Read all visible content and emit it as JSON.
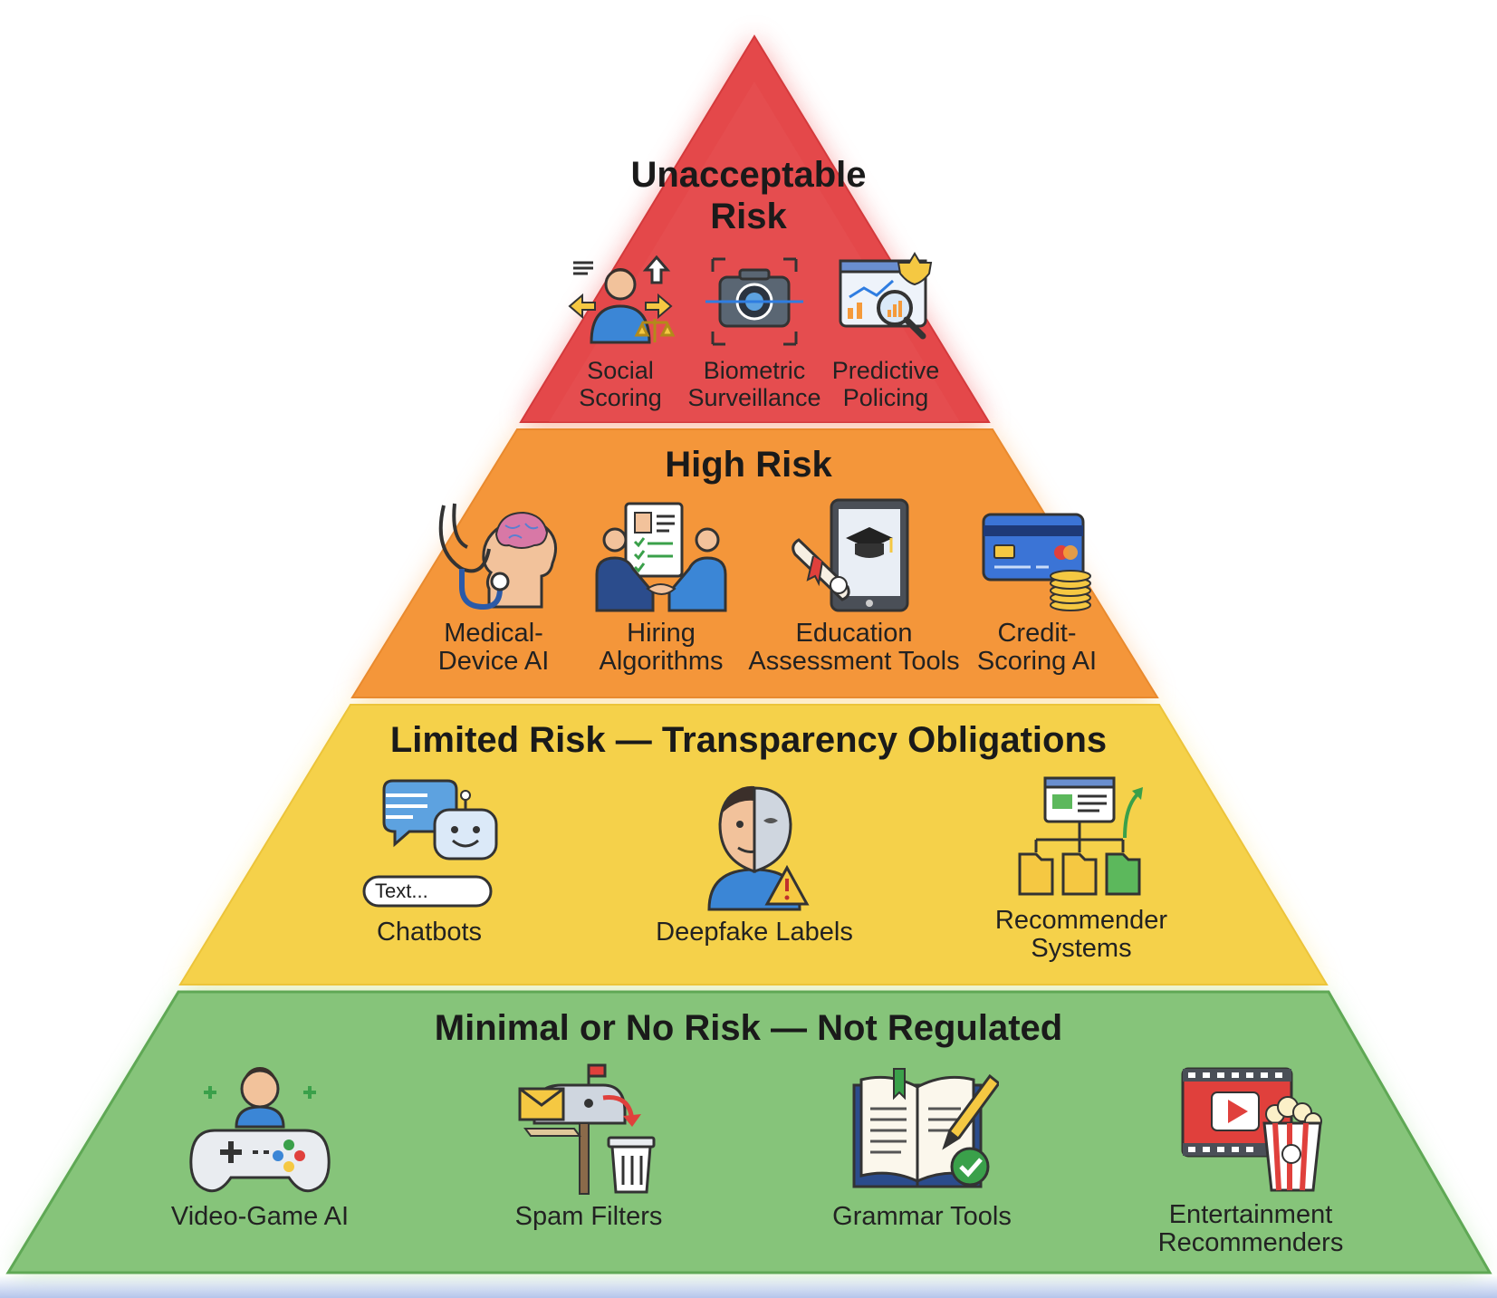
{
  "tiers": [
    {
      "title_lines": [
        "Unacceptable",
        "Risk"
      ],
      "color": "#e0403c",
      "items": [
        {
          "label_lines": [
            "Social",
            "Scoring"
          ],
          "icon": "social-scoring-icon"
        },
        {
          "label_lines": [
            "Biometric",
            "Surveillance"
          ],
          "icon": "camera-icon"
        },
        {
          "label_lines": [
            "Predictive",
            "Policing"
          ],
          "icon": "analytics-magnifier-icon"
        }
      ]
    },
    {
      "title_lines": [
        "High Risk"
      ],
      "color": "#f39a3c",
      "items": [
        {
          "label_lines": [
            "Medical-",
            "Device AI"
          ],
          "icon": "stethoscope-brain-icon"
        },
        {
          "label_lines": [
            "Hiring",
            "Algorithms"
          ],
          "icon": "handshake-resume-icon"
        },
        {
          "label_lines": [
            "Education",
            "Assessment Tools"
          ],
          "icon": "tablet-graduation-icon"
        },
        {
          "label_lines": [
            "Credit-",
            "Scoring AI"
          ],
          "icon": "credit-card-coins-icon"
        }
      ]
    },
    {
      "title_lines": [
        "Limited Risk — Transparency Obligations"
      ],
      "color": "#f6d24c",
      "items": [
        {
          "label_lines": [
            "Chatbots"
          ],
          "icon": "chatbot-icon",
          "icon_text": "Text..."
        },
        {
          "label_lines": [
            "Deepfake Labels"
          ],
          "icon": "face-mask-warning-icon"
        },
        {
          "label_lines": [
            "Recommender",
            "Systems"
          ],
          "icon": "folder-tree-icon"
        }
      ]
    },
    {
      "title_lines": [
        "Minimal or No Risk — Not Regulated"
      ],
      "color": "#84c47a",
      "items": [
        {
          "label_lines": [
            "Video-Game AI"
          ],
          "icon": "gamepad-icon"
        },
        {
          "label_lines": [
            "Spam Filters"
          ],
          "icon": "mailbox-trash-icon"
        },
        {
          "label_lines": [
            "Grammar Tools"
          ],
          "icon": "book-pencil-icon"
        },
        {
          "label_lines": [
            "Entertainment",
            "Recommenders"
          ],
          "icon": "film-popcorn-icon"
        }
      ]
    }
  ]
}
